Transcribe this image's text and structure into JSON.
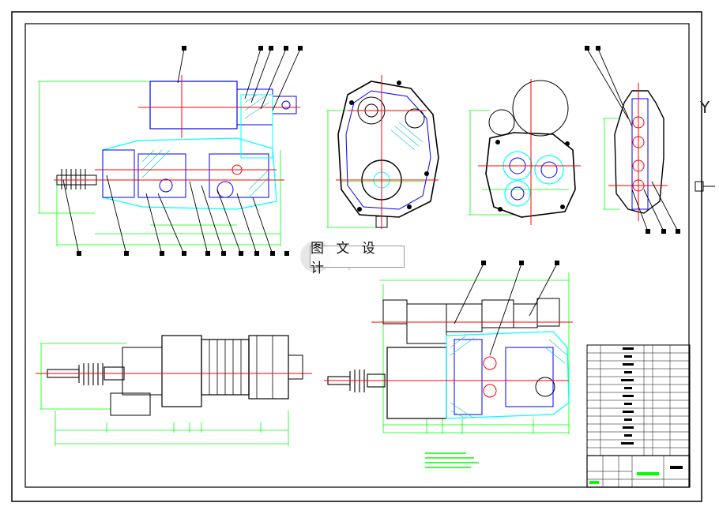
{
  "watermark": {
    "text": "图 文 设 计",
    "sub": "n"
  },
  "side_label": "Y",
  "colors": {
    "frame": "#000000",
    "outline": "#00ffff",
    "part": "#0000ff",
    "centerline": "#ff0000",
    "dimension": "#00ff00",
    "leader": "#000000",
    "hatch": "#00c8c8",
    "table": "#000000"
  }
}
